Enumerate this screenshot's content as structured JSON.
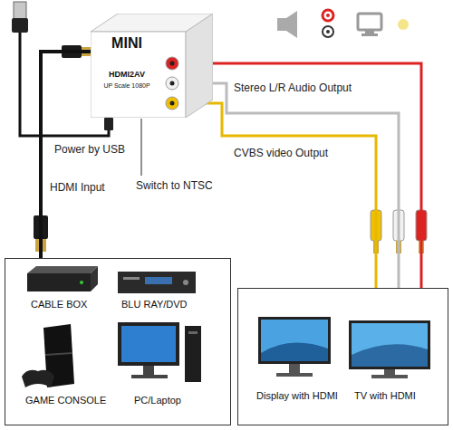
{
  "diagram": {
    "nodes": [
      {
        "text": [
          "MINI",
          "HDMI2AV",
          "UP Scale 1080P"
        ]
      },
      {
        "text": [
          "CABLE BOX",
          "BLU RAY/DVD",
          "GAME CONSOLE",
          "PC/Laptop"
        ]
      },
      {
        "text": [
          "Display with HDMI",
          "TV with HDMI"
        ]
      }
    ],
    "edges": [
      {
        "from": 1,
        "to": 0,
        "arrow": "none"
      },
      {
        "from": 0,
        "to": 2,
        "arrow": "none"
      }
    ],
    "labels": [
      "Power by USB",
      "Switch to NTSC",
      "HDMI Input",
      "Stereo L/R Audio Output",
      "CVBS video Output"
    ]
  }
}
